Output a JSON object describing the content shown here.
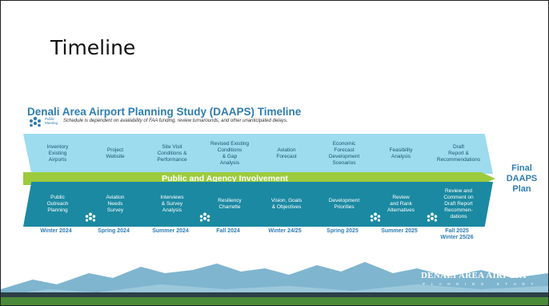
{
  "slide": {
    "title": "Timeline",
    "header": "Denali Area Airport Planning Study (DAAPS) Timeline",
    "public_meeting_label": "Public Meeting",
    "note": "Schedule is dependent on availability of FAA funding, review turnarounds, and other unanticipated delays."
  },
  "top_steps": [
    "Inventory\nExisting\nAirports",
    "Project\nWebsite",
    "Site Visit\nConditions &\nPerformance",
    "Revised Existing\nConditions\n& Gap\nAnalysis",
    "Aviation\nForecast",
    "Economic\nForecast\nDevelopment\nScenarios",
    "Feasibility\nAnalysis",
    "Draft\nReport &\nRecommendations"
  ],
  "band_label": "Public and Agency Involvement",
  "bottom_steps": [
    "Public\nOutreach\nPlanning",
    "Aviation\nNeeds\nSurvey",
    "Interviews\n& Survey\nAnalysis",
    "Resiliency\nCharrette",
    "Vision, Goals\n& Objectives",
    "Development\nPriorities",
    "Review\nand Rank\nAlternatives",
    "Review and\nComment on\nDraft Report\nRecommen-\ndations"
  ],
  "seasons": [
    "Winter 2024",
    "Spring 2024",
    "Summer 2024",
    "Fall 2024",
    "Winter 24/25",
    "Spring 2025",
    "Summer 2025",
    "Fall 2025\nWinter 25/26"
  ],
  "final_label": "Final\nDAAPS\nPlan",
  "logo": {
    "main": "DENALI AREA AIRPORT",
    "sub": "PLANNING STUDY"
  },
  "colors": {
    "header_blue": "#2f7db2",
    "light_chevron": "#9ddbef",
    "dark_chevron": "#1b89a2",
    "band_green": "#9ccb3d",
    "mountain_blue": "#7fb5cf",
    "footer_dark": "#2d3e47",
    "footer_green": "#4a8a3a"
  },
  "icons": [
    "public-meeting-icon"
  ]
}
